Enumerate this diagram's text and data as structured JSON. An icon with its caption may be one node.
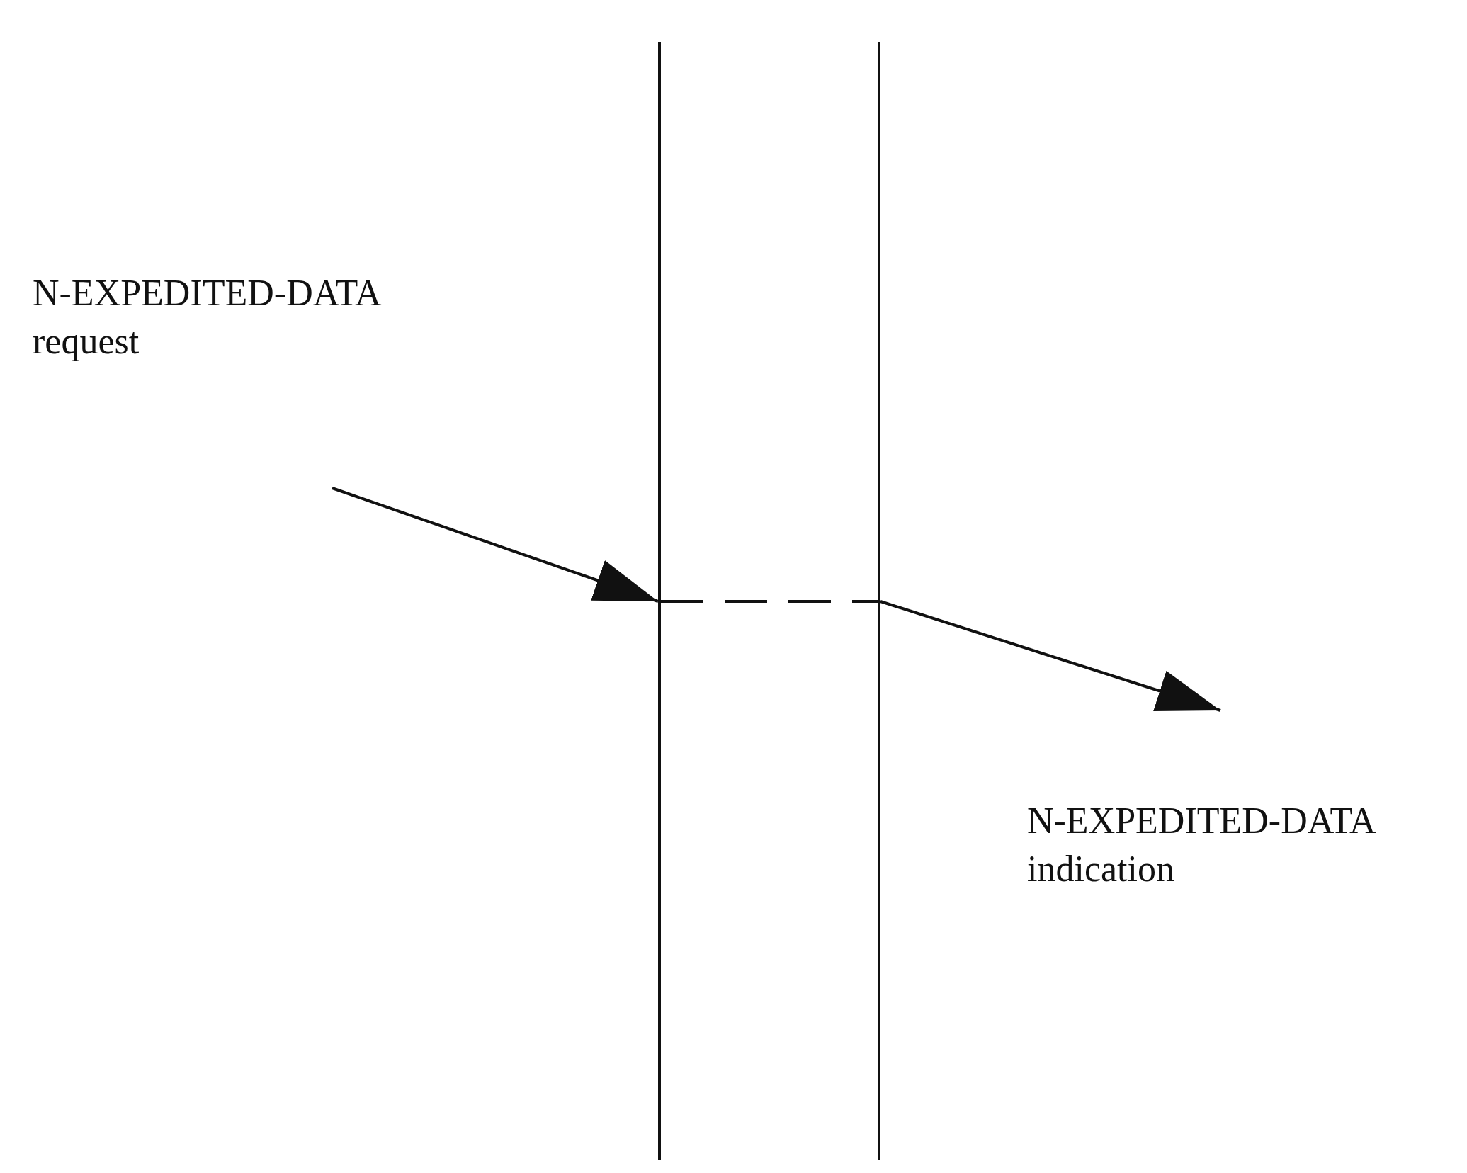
{
  "diagram": {
    "nodes": [
      {
        "text": [],
        "shape": "line"
      },
      {
        "text": [],
        "shape": "line"
      }
    ],
    "edges": [
      {
        "from": null,
        "to": 0,
        "arrow": "to"
      },
      {
        "from": 0,
        "to": 1,
        "arrow": "none",
        "style": "dashed"
      },
      {
        "from": 1,
        "to": null,
        "arrow": "to"
      }
    ],
    "labels": [
      "N-EXPEDITED-DATA request",
      "N-EXPEDITED-DATA indication"
    ]
  }
}
